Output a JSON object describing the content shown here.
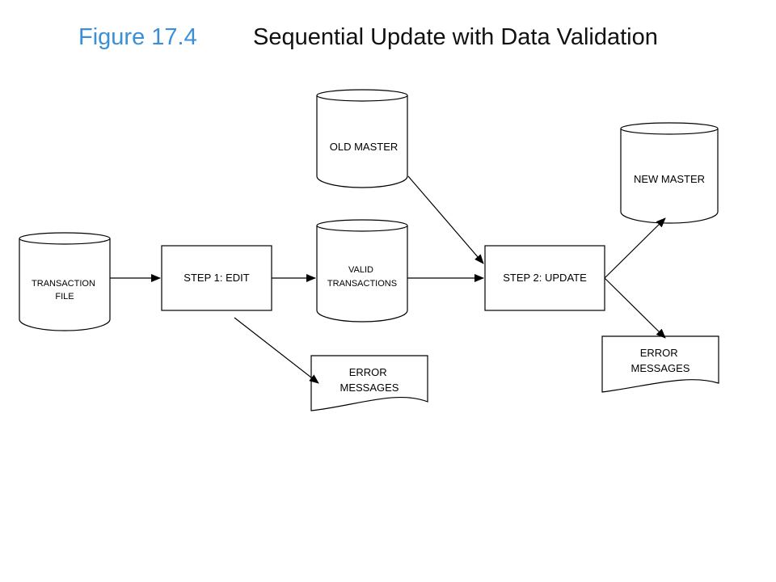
{
  "title": {
    "figure_number": "Figure 17.4",
    "text": "Sequential Update with Data Validation"
  },
  "nodes": {
    "transaction_file": [
      "TRANSACTION",
      "FILE"
    ],
    "step1": "STEP 1:  EDIT",
    "old_master": "OLD MASTER",
    "valid_transactions": [
      "VALID",
      "TRANSACTIONS"
    ],
    "step2": "STEP 2:  UPDATE",
    "new_master": "NEW MASTER",
    "error_messages_1": [
      "ERROR",
      "MESSAGES"
    ],
    "error_messages_2": [
      "ERROR",
      "MESSAGES"
    ]
  },
  "colors": {
    "figure_number": "#3a8fd6",
    "title": "#111111",
    "stroke": "#000000"
  }
}
